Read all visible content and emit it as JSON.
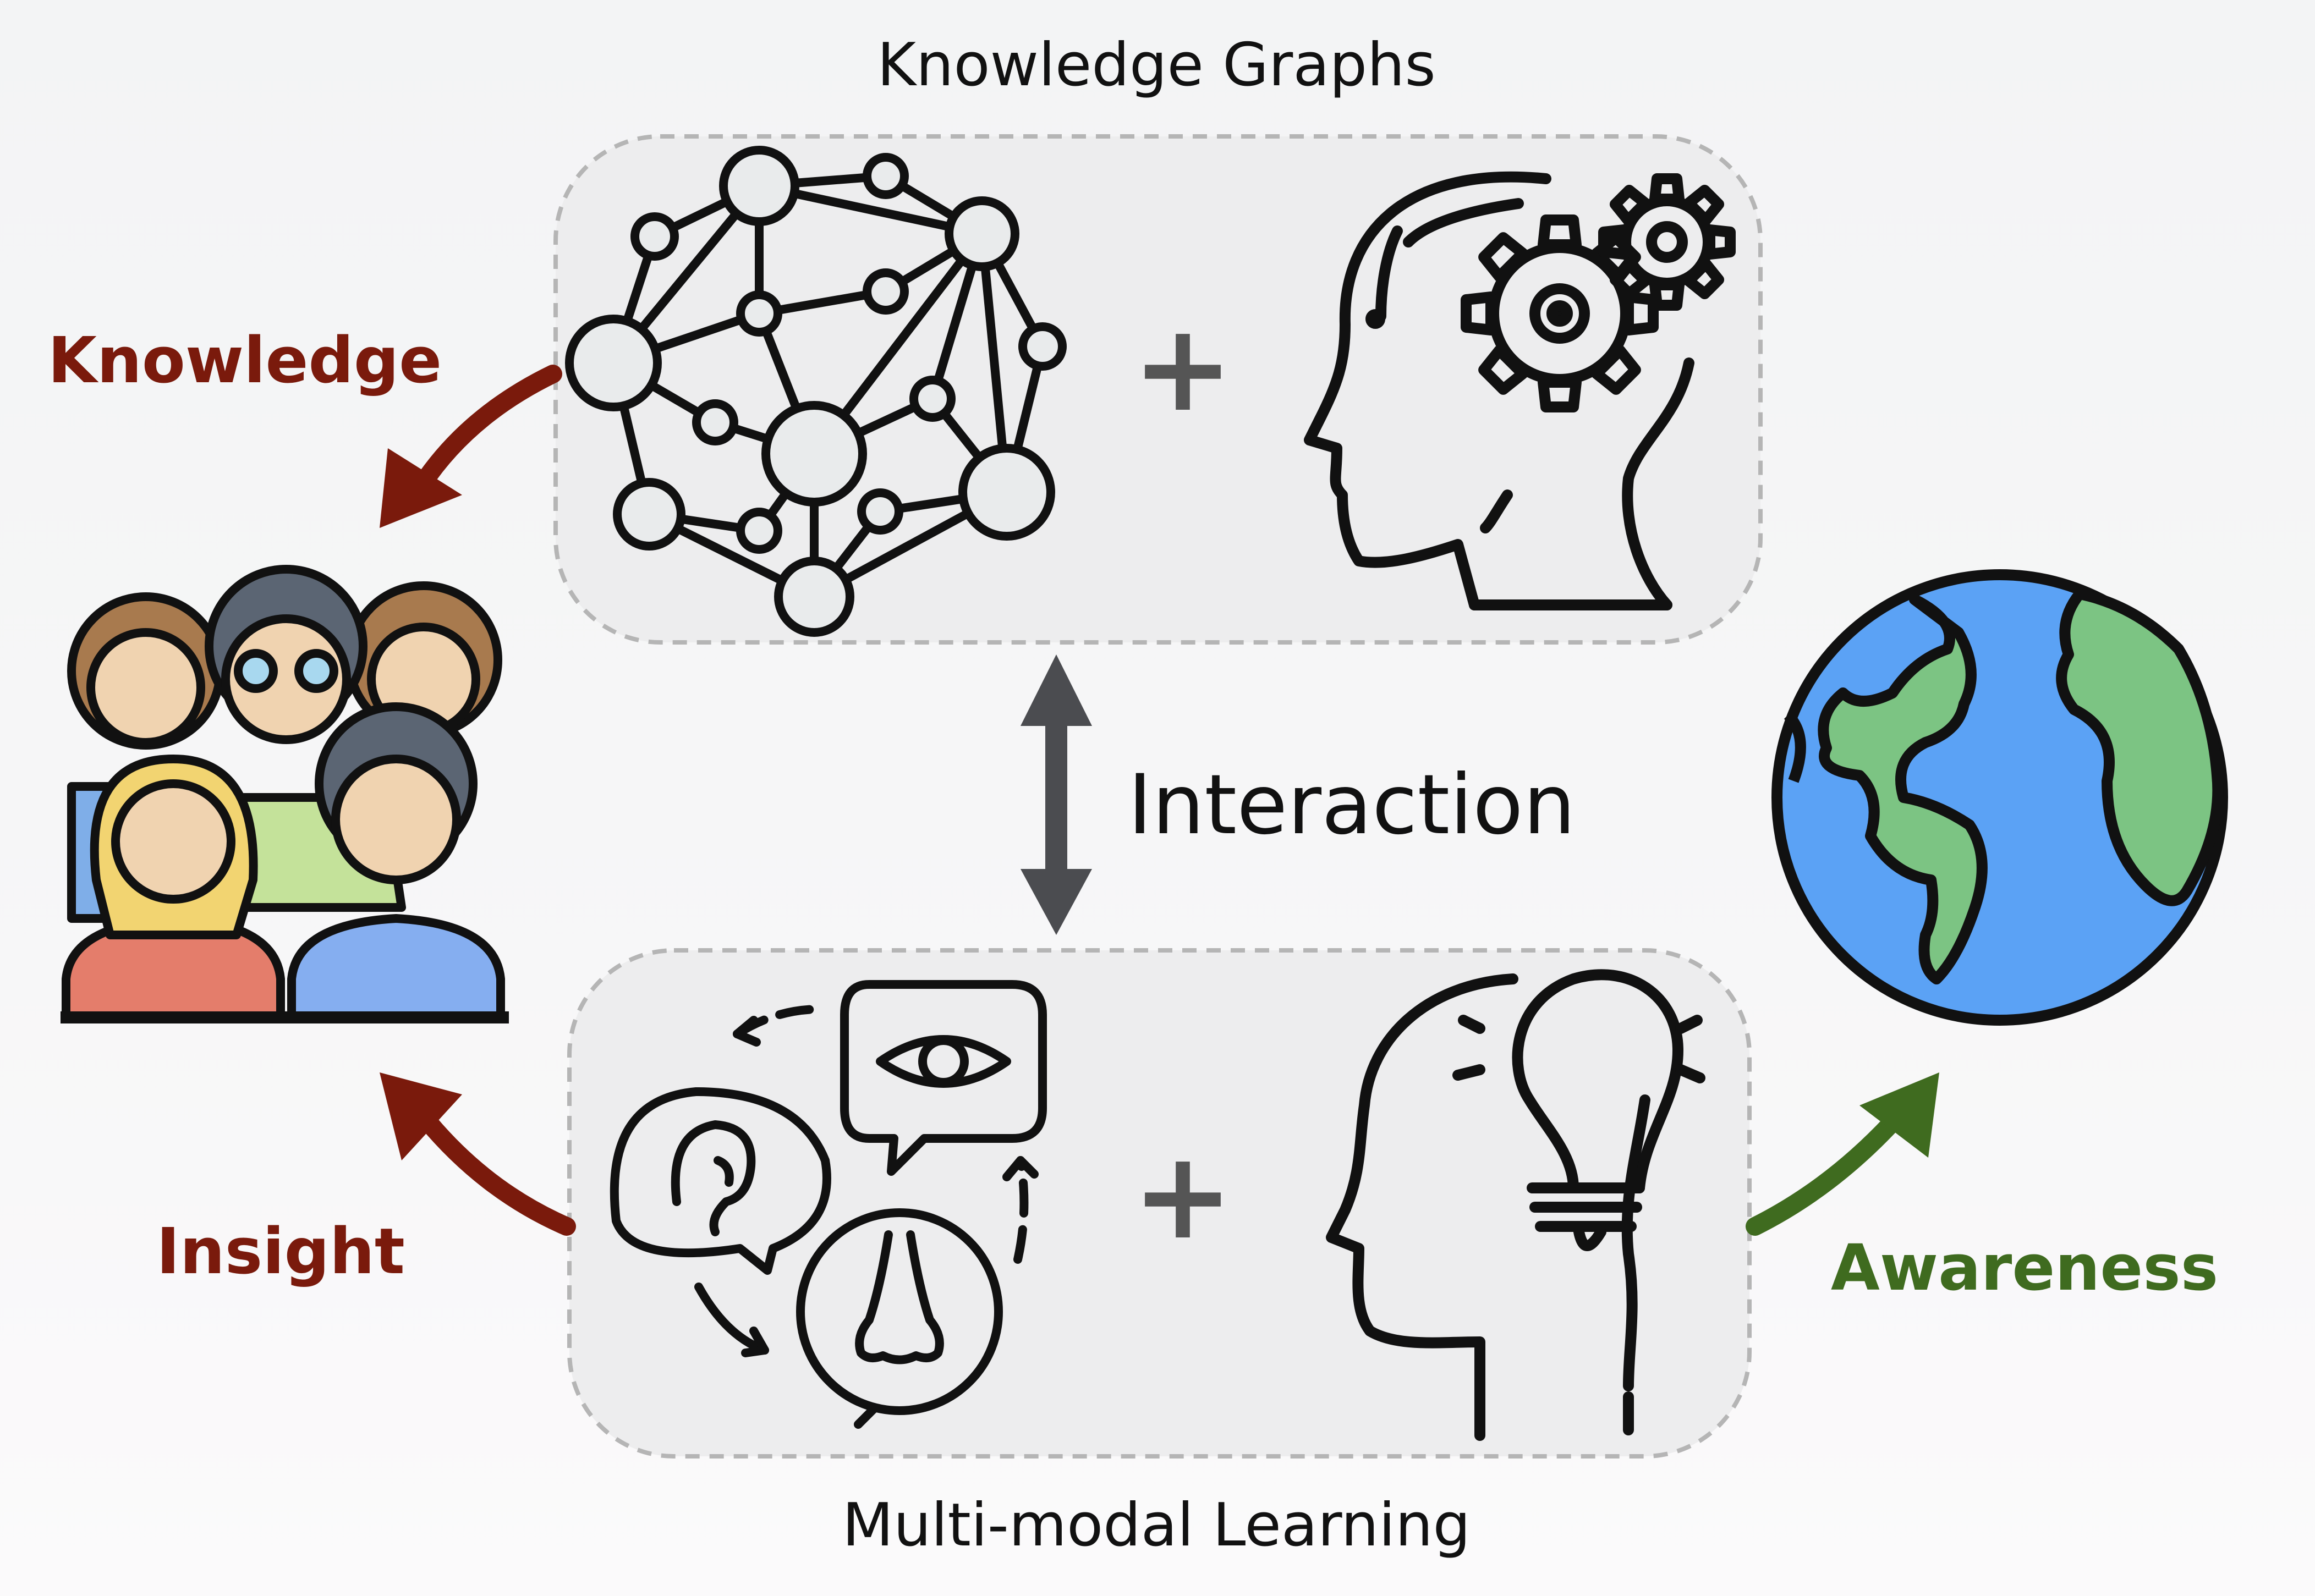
{
  "labels": {
    "top_group": "Knowledge Graphs",
    "bottom_group": "Multi-modal Learning",
    "interaction": "Interaction",
    "knowledge": "Knowledge",
    "insight": "Insight",
    "awareness": "Awareness",
    "plus_top": "+",
    "plus_bottom": "+"
  },
  "colors": {
    "knowledge_arrow": "#7a1a0c",
    "insight_arrow": "#7a1a0c",
    "awareness_arrow": "#3f6b1f",
    "interaction_arrow": "#4b4c50",
    "group_border": "#b5b5b5",
    "group_fill": "#ededee"
  },
  "icons": {
    "top_left": "knowledge-graph-network-icon",
    "top_right": "head-with-gears-icon",
    "bottom_left": "senses-ear-eye-nose-icon",
    "bottom_right": "head-with-lightbulb-icon",
    "left": "people-group-icon",
    "right": "earth-globe-icon"
  }
}
